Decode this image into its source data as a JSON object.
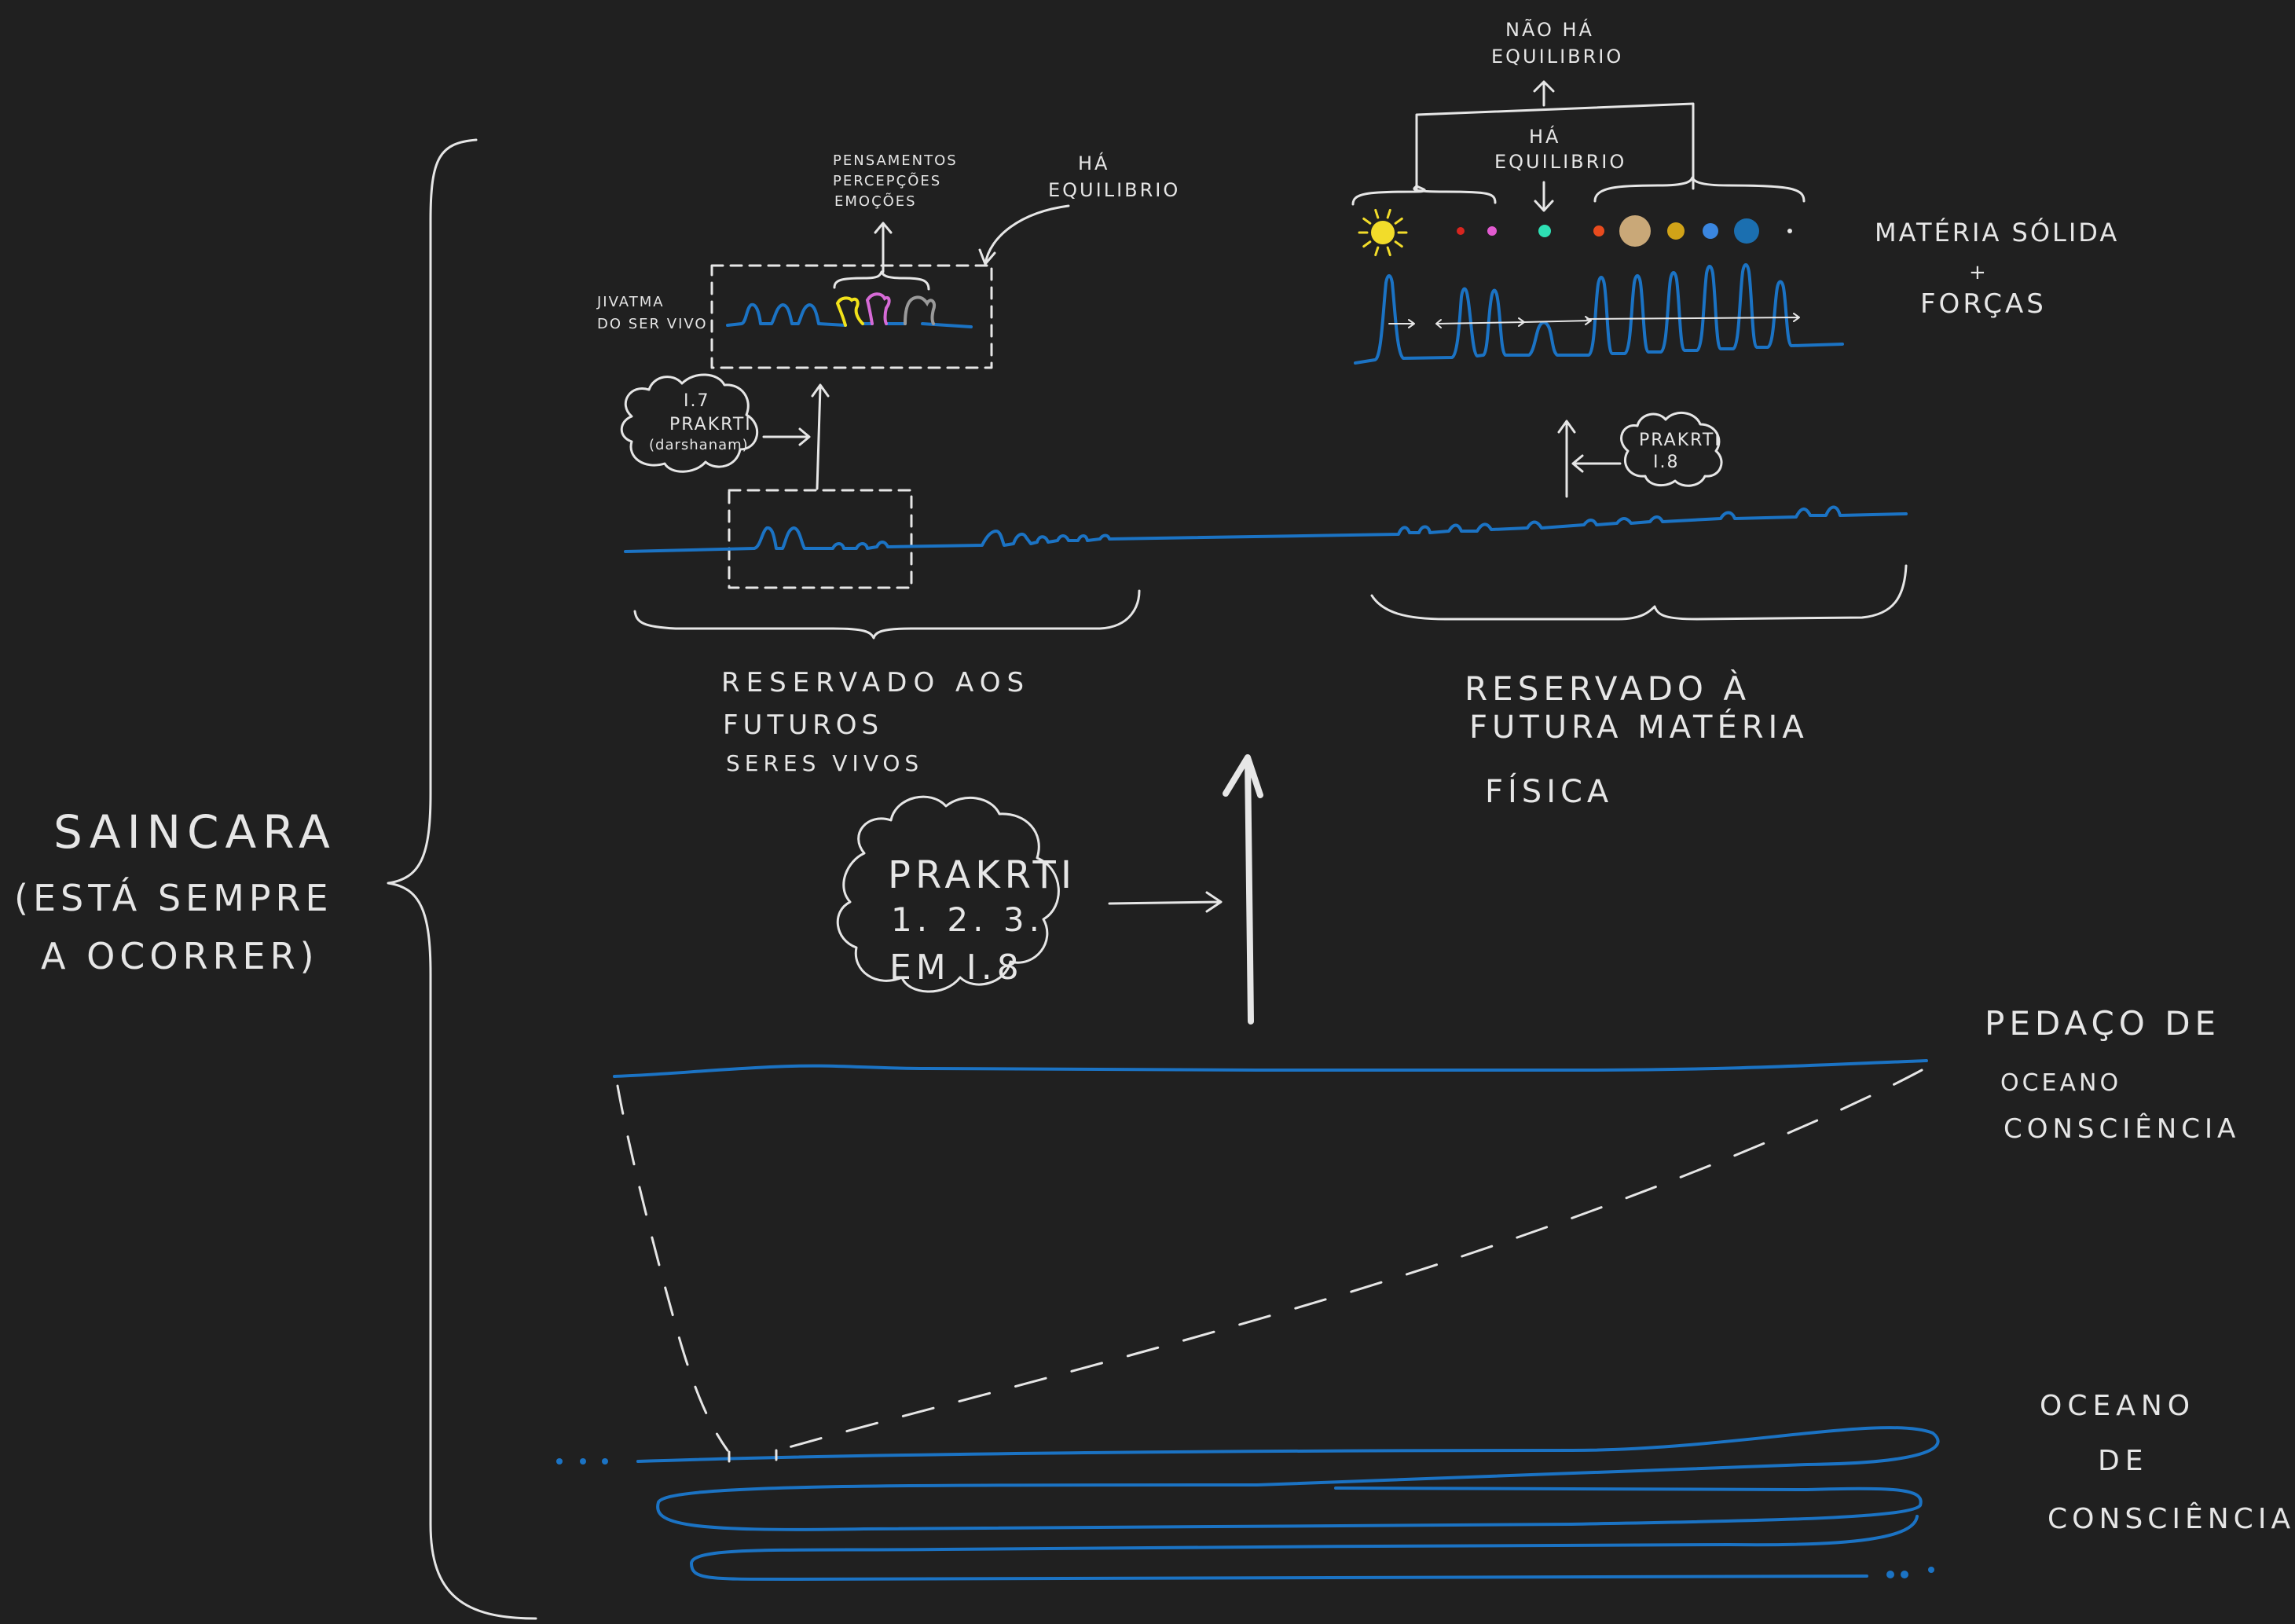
{
  "canvas": {
    "background": "#202020",
    "ink": "#e6e6e6",
    "accent": "#1b73c4"
  },
  "labels": {
    "saincara": "SAINCARA",
    "saincara_note_1": "(ESTÁ SEMPRE",
    "saincara_note_2": "A OCORRER)",
    "nao_ha_1": "NÃO HÁ",
    "nao_ha_2": "EQUILIBRIO",
    "ha_center_1": "HÁ",
    "ha_center_2": "EQUILIBRIO",
    "ha_left_1": "HÁ",
    "ha_left_2": "EQUILIBRIO",
    "thoughts_1": "PENSAMENTOS",
    "thoughts_2": "PERCEPÇÕES",
    "thoughts_3": "EMOÇÕES",
    "jivatma_1": "JIVATMA",
    "jivatma_2": "DO SER VIVO",
    "cloud_small_1": "I.7",
    "cloud_small_2": "PRAKRTI",
    "cloud_small_3": "(darshanam)",
    "cloud_right_1": "PRAKRTI",
    "cloud_right_2": "I.8",
    "materia_1": "MATÉRIA SÓLIDA",
    "materia_plus": "+",
    "materia_2": "FORÇAS",
    "reservado_left_1": "RESERVADO AOS",
    "reservado_left_2": "FUTUROS",
    "reservado_left_3": "SERES VIVOS",
    "reservado_right_1": "RESERVADO À",
    "reservado_right_2": "FUTURA MATÉRIA",
    "reservado_right_3": "FÍSICA",
    "cloud_big_1": "PRAKRTI",
    "cloud_big_2": "1. 2. 3.",
    "cloud_big_3": "EM I.8",
    "pedaco_1": "PEDAÇO DE",
    "pedaco_2": "OCEANO",
    "pedaco_3": "CONSCIÊNCIA",
    "oceano_1": "OCEANO",
    "oceano_2": "DE",
    "oceano_3": "CONSCIÊNCIA"
  },
  "wave_colors": [
    "#1b73c4",
    "#f2e21a",
    "#d66ad6",
    "#9a9a9a"
  ],
  "sun_color": "#f2dc2a",
  "planets": [
    {
      "name": "red-planet",
      "color": "#d8251f"
    },
    {
      "name": "pink-planet",
      "color": "#e25bd0"
    },
    {
      "name": "teal-planet",
      "color": "#2ee0b4"
    },
    {
      "name": "orange-planet",
      "color": "#e84b1e"
    },
    {
      "name": "beige-planet",
      "color": "#c9a878"
    },
    {
      "name": "ochre-planet",
      "color": "#d1a318"
    },
    {
      "name": "blue-ringed-planet",
      "color": "#3a86e0"
    },
    {
      "name": "large-blue-planet",
      "color": "#1b6fb0"
    },
    {
      "name": "tiny-white-planet",
      "color": "#e6e6e6"
    }
  ]
}
